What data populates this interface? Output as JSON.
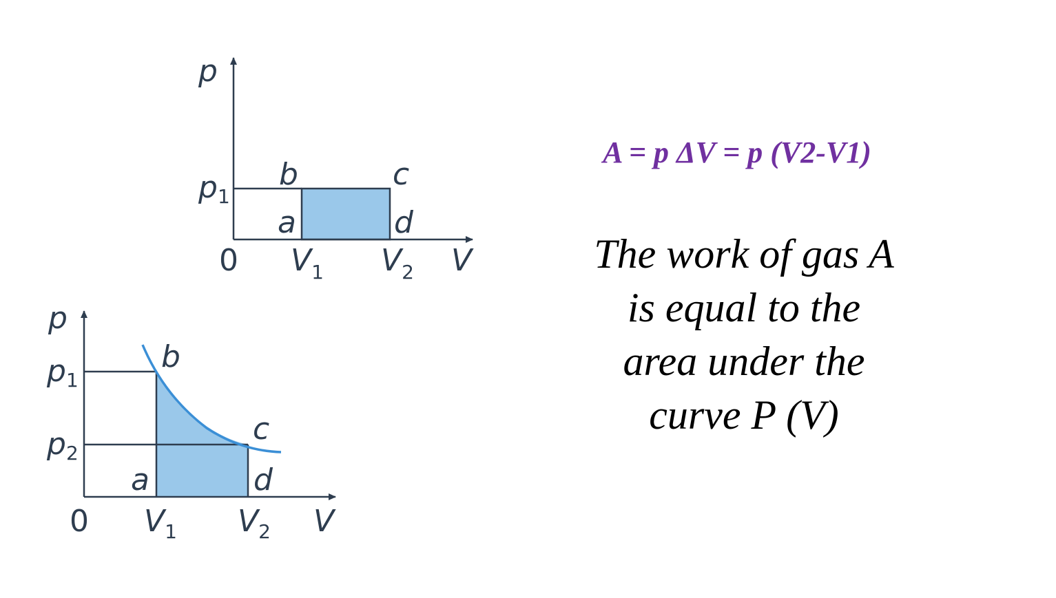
{
  "formula": "A = p ΔV = p (V2-V1)",
  "statement_lines": [
    "The work of gas A",
    "is equal to the",
    "area under the",
    "curve P (V)"
  ],
  "colors": {
    "axis": "#2e3d4f",
    "fill": "#9ac8ea",
    "curve": "#3b8fd6",
    "formula": "#7030a0",
    "text": "#000000"
  },
  "diagram_top": {
    "axis_y": "p",
    "axis_x": "V",
    "origin": "0",
    "p1": {
      "base": "p",
      "sub": "1"
    },
    "v1": {
      "base": "V",
      "sub": "1"
    },
    "v2": {
      "base": "V",
      "sub": "2"
    },
    "point_a": "a",
    "point_b": "b",
    "point_c": "c",
    "point_d": "d"
  },
  "diagram_bottom": {
    "axis_y": "p",
    "axis_x": "V",
    "origin": "0",
    "p1": {
      "base": "p",
      "sub": "1"
    },
    "p2": {
      "base": "p",
      "sub": "2"
    },
    "v1": {
      "base": "V",
      "sub": "1"
    },
    "v2": {
      "base": "V",
      "sub": "2"
    },
    "point_a": "a",
    "point_b": "b",
    "point_c": "c",
    "point_d": "d"
  }
}
